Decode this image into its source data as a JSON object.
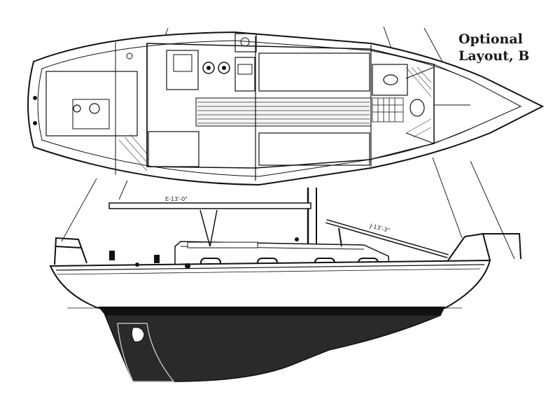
{
  "title": {
    "line1": "Optional",
    "line2": "Layout, B"
  },
  "dimensions": {
    "boom": "E-13'-0\"",
    "forestay": "J-13'-3\""
  },
  "colors": {
    "ink": "#111111",
    "hull_bottom": "#2a2a2a",
    "background": "#ffffff"
  }
}
